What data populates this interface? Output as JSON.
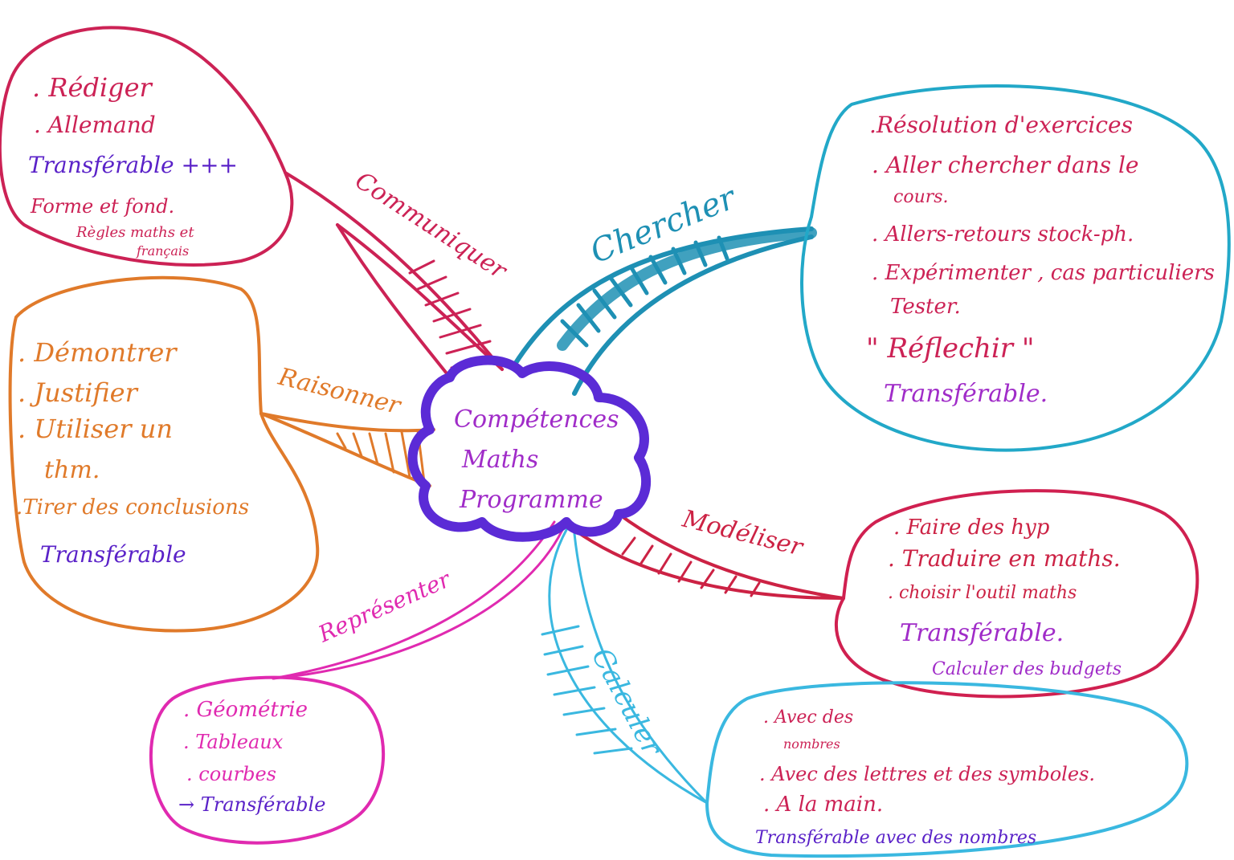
{
  "colors": {
    "center": "#5b2bd6",
    "center_text": "#a02cc8",
    "communiquer": "#cc2255",
    "chercher": "#22a0c0",
    "raisonner": "#e07a2a",
    "modeliser": "#cc2244",
    "representer": "#e02ab0",
    "calculer": "#3ab8e0",
    "transferable": "#5a22c8",
    "magenta": "#b020b0"
  },
  "center": {
    "lines": [
      "Compétences",
      "Maths",
      "Programme"
    ]
  },
  "branches": {
    "communiquer": {
      "label": "Communiquer",
      "items": [
        ". Rédiger",
        ". Allemand"
      ],
      "transfer": "Transférable +++",
      "extra": [
        "Forme et fond.",
        "Règles maths et",
        "français"
      ]
    },
    "chercher": {
      "label": "Chercher",
      "items": [
        ".Résolution d'exercices",
        ". Aller chercher dans le",
        "cours.",
        ". Allers-retours stock-ph.",
        ". Expérimenter , cas particuliers",
        "Tester.",
        "\" Réflechir \""
      ],
      "transfer": "Transférable."
    },
    "raisonner": {
      "label": "Raisonner",
      "items": [
        ". Démontrer",
        ". Justifier",
        ". Utiliser un",
        "thm.",
        ".Tirer des conclusions"
      ],
      "transfer": "Transférable"
    },
    "modeliser": {
      "label": "Modéliser",
      "items": [
        ". Faire des hyp",
        ". Traduire en maths.",
        ". choisir l'outil maths"
      ],
      "transfer": "Transférable.",
      "extra": "Calculer des budgets"
    },
    "representer": {
      "label": "Représenter",
      "items": [
        ". Géométrie",
        ". Tableaux",
        ". courbes"
      ],
      "transfer": "→ Transférable"
    },
    "calculer": {
      "label": "Calculer",
      "items": [
        ". Avec des",
        "nombres",
        ". Avec des lettres et des symboles.",
        ". A la main."
      ],
      "transfer": "Transférable avec des nombres"
    }
  }
}
